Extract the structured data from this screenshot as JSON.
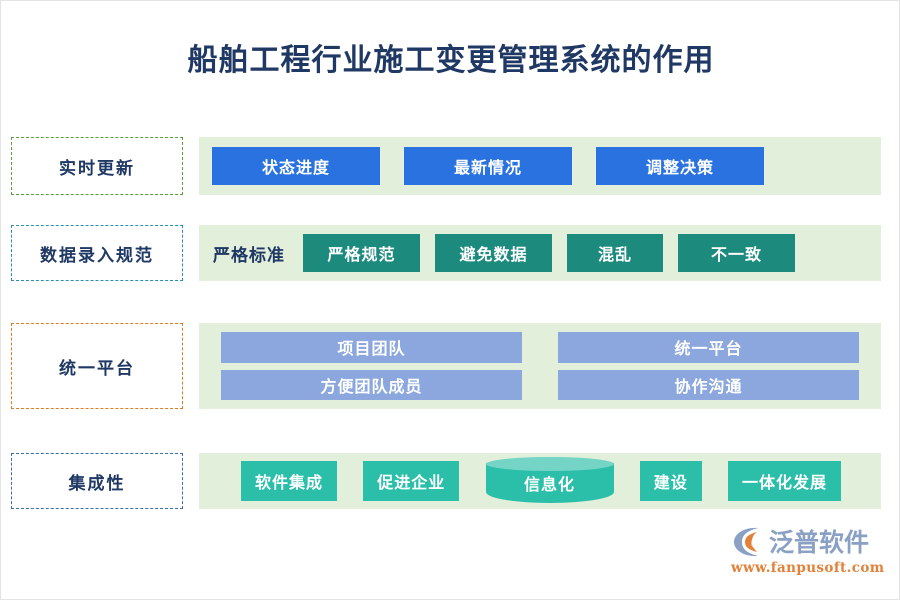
{
  "page": {
    "title": "船舶工程行业施工变更管理系统的作用",
    "background": "#ffffff",
    "title_color": "#1f3864"
  },
  "rows": [
    {
      "id": "row1",
      "label": "实时更新",
      "label_border_color": "#5a9e3a",
      "band_color": "#e2efda",
      "chip_color": "#2a72e0",
      "chips": [
        {
          "label": "状态进度"
        },
        {
          "label": "最新情况"
        },
        {
          "label": "调整决策"
        }
      ]
    },
    {
      "id": "row2",
      "label": "数据录入规范",
      "label_border_color": "#2a8fae",
      "band_color": "#e2efda",
      "chip_color": "#1d8a7e",
      "plain_text": "严格标准",
      "chips": [
        {
          "label": "严格规范"
        },
        {
          "label": "避免数据"
        },
        {
          "label": "混乱"
        },
        {
          "label": "不一致"
        }
      ]
    },
    {
      "id": "row3",
      "label": "统一平台",
      "label_border_color": "#e07b22",
      "band_color": "#e2efda",
      "chip_color": "#8ba7dd",
      "chips": [
        {
          "label": "项目团队"
        },
        {
          "label": "统一平台"
        },
        {
          "label": "方便团队成员"
        },
        {
          "label": "协作沟通"
        }
      ]
    },
    {
      "id": "row4",
      "label": "集成性",
      "label_border_color": "#3b6ea8",
      "band_color": "#e2efda",
      "chip_color": "#2bbfa9",
      "chips": [
        {
          "label": "软件集成",
          "shape": "rect"
        },
        {
          "label": "促进企业",
          "shape": "rect"
        },
        {
          "label": "信息化",
          "shape": "cylinder"
        },
        {
          "label": "建设",
          "shape": "rect"
        },
        {
          "label": "一体化发展",
          "shape": "rect"
        }
      ]
    }
  ],
  "logo": {
    "icon": "fanpusoft-logo-icon",
    "name": "泛普软件",
    "url": "www.fanpusoft.com",
    "name_color": "#8aa0c4",
    "url_color": "#e2813a"
  }
}
